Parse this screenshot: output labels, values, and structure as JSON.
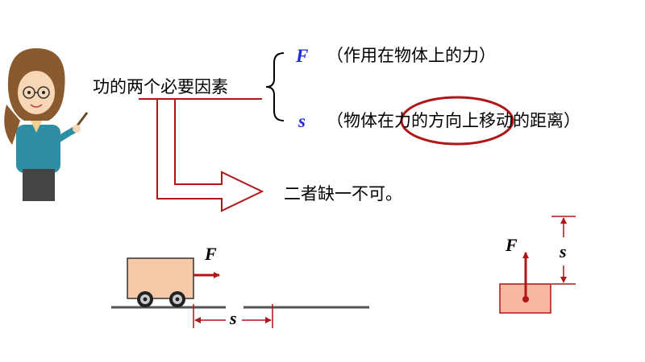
{
  "slide": {
    "main_label": "功的两个必要因素",
    "factor_force": {
      "symbol": "F",
      "note": "（作用在物体上的力）"
    },
    "factor_distance": {
      "symbol": "s",
      "note_before": "（物体在",
      "note_highlight": "力的方向上",
      "note_after": "移动的距离）"
    },
    "conclusion": "二者缺一不可。"
  },
  "cart_example": {
    "force_label": "F",
    "distance_label": "s"
  },
  "lift_example": {
    "force_label": "F",
    "distance_label": "s"
  },
  "colors": {
    "symbol_blue": "#1f2bd6",
    "accent_red": "#b01616",
    "cart_fill": "#f5c9a8",
    "block_fill": "#f6b8a0",
    "ground": "#555555"
  },
  "icons": [
    "teacher-figure",
    "curly-brace",
    "bent-arrow",
    "wheel-icon",
    "force-arrow",
    "dimension-arrow"
  ]
}
